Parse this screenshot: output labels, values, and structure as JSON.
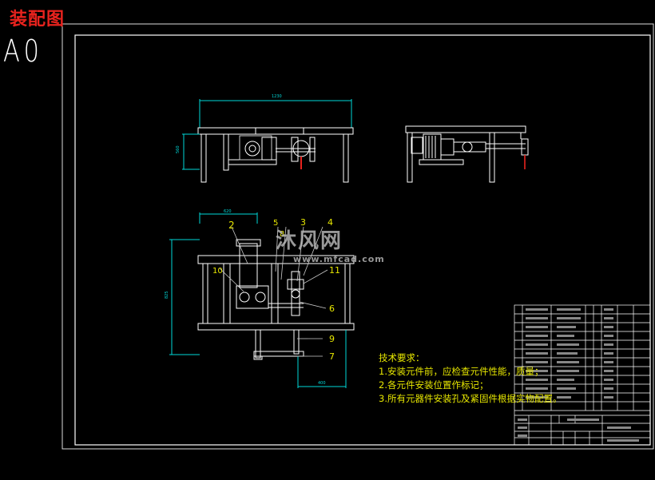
{
  "header": {
    "title": "装配图",
    "sheet_size": "A0"
  },
  "notes": {
    "heading": "技术要求：",
    "items": [
      "1.安装元件前，应检查元件性能，质量；",
      "2.各元件安装位置作标记；",
      "3.所有元器件安装孔及紧固件根据实物配置。"
    ]
  },
  "watermark": {
    "brand": "沐风网",
    "url": "www.mfcad.com"
  },
  "balloons": [
    "2",
    "10",
    "5",
    "3",
    "4",
    "11",
    "6",
    "9",
    "7",
    "8"
  ],
  "dimensions": {
    "top_width": "1230",
    "top_height": "560",
    "front_width": "620",
    "front_height": "825",
    "base_width": "400"
  },
  "colors": {
    "title": "#e8231e",
    "notes": "#e6e600",
    "frame": "#ffffff",
    "dim": "#00d8d8"
  }
}
